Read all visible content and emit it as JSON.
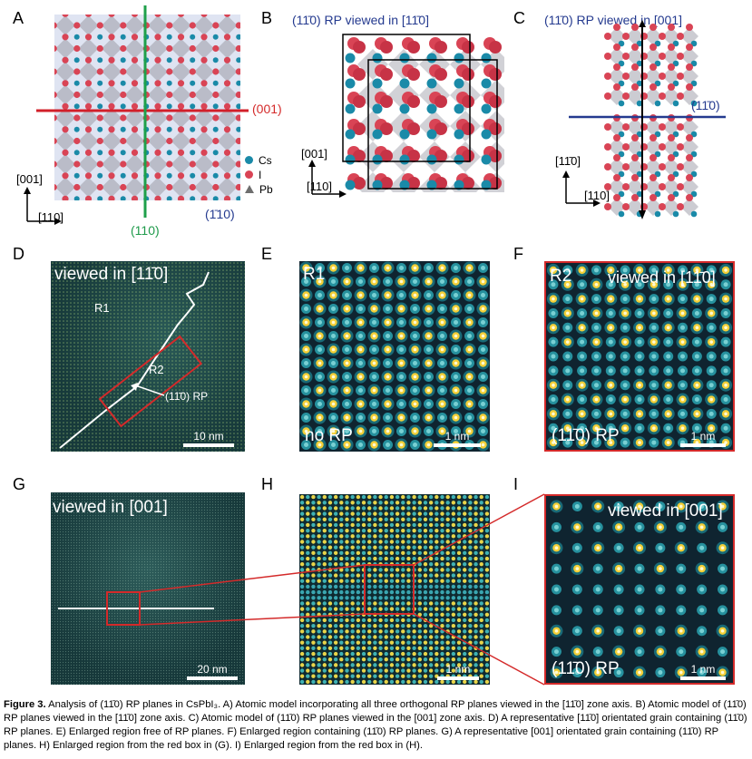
{
  "panels": {
    "A": {
      "letter": "A",
      "label_001": "(001)",
      "label_110g": "(110)",
      "label_1m10": "(1̄10)",
      "axis_v": "[001]",
      "axis_h": "[110]",
      "legend": [
        {
          "name": "Cs",
          "color": "#1a8aa8"
        },
        {
          "name": "I",
          "color": "#d94455"
        },
        {
          "name": "Pb",
          "color": "#6e6e6e"
        }
      ]
    },
    "B": {
      "letter": "B",
      "title": "(11̄0) RP viewed in [11̄0]",
      "axis_v": "[001]",
      "axis_h": "[110]"
    },
    "C": {
      "letter": "C",
      "title": "(11̄0) RP viewed in [001]",
      "label_plane": "(11̄0)",
      "axis_v": "[11̄0]",
      "axis_h": "[110]"
    },
    "D": {
      "letter": "D",
      "tag": "viewed in [11̄0]",
      "r1": "R1",
      "r2": "R2",
      "rp": "(11̄0) RP",
      "scale": "10 nm"
    },
    "E": {
      "letter": "E",
      "tag": "R1",
      "bottom": "no RP",
      "scale": "1 nm"
    },
    "F": {
      "letter": "F",
      "tag": "R2",
      "tag2": "viewed in [11̄0]",
      "bottom": "(11̄0) RP",
      "scale": "1 nm"
    },
    "G": {
      "letter": "G",
      "tag": "viewed in [001]",
      "scale": "20 nm"
    },
    "H": {
      "letter": "H",
      "scale": "1 nm"
    },
    "I": {
      "letter": "I",
      "tag": "viewed in [001]",
      "bottom": "(11̄0) RP",
      "scale": "1 nm"
    }
  },
  "caption": {
    "fig": "Figure 3.",
    "text": "Analysis of (11̄0) RP planes in CsPbI₃. A) Atomic model incorporating all three orthogonal RP planes viewed in the [11̄0] zone axis. B) Atomic model of (11̄0) RP planes viewed in the [11̄0] zone axis. C) Atomic model of (11̄0) RP planes viewed in the [001] zone axis. D) A representative [11̄0] orientated grain containing (11̄0) RP planes. E) Enlarged region free of RP planes. F) Enlarged region containing (11̄0) RP planes. G) A representative [001] orientated grain containing (11̄0) RP planes. H) Enlarged region from the red box in (G). I) Enlarged region from the red box in (H)."
  }
}
